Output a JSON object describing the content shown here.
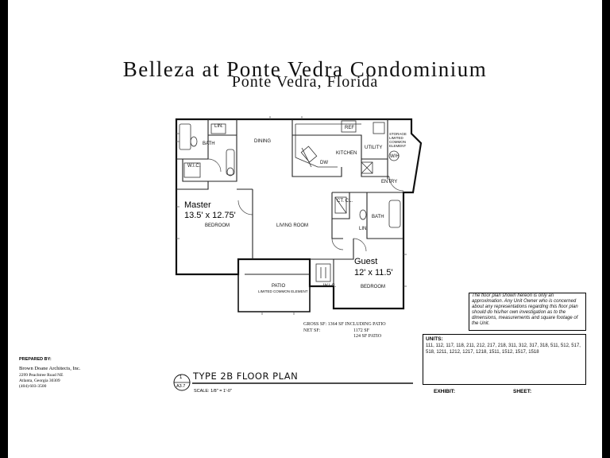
{
  "document": {
    "title": "Belleza at Ponte Vedra Condominium",
    "subtitle": "Ponte Vedra, Florida"
  },
  "floor_plan": {
    "rooms": {
      "bath_top": "BATH",
      "lin_top": "LIN.",
      "dining": "DINING",
      "ref": "REF",
      "kitchen": "KITCHEN",
      "utility": "UTILITY",
      "storage": "STORAGE LIMITED COMMON ELEMENT",
      "dw": "DW",
      "wh": "W/H",
      "entry": "ENTRY",
      "wic_master": "W.I.C.",
      "master_name": "Master",
      "master_dims": "13.5' x 12.75'",
      "master_bedroom": "BEDROOM",
      "living": "LIVING ROOM",
      "ct_cl": "CT. CL.",
      "bath_guest": "BATH",
      "lin_guest": "LIN.",
      "guest_name": "Guest",
      "guest_dims": "12' x 11.5'",
      "guest_bedroom": "BEDROOM",
      "wic_guest": "W.I.C.",
      "patio": "PATIO",
      "patio_note": "LIMITED COMMON ELEMENT"
    },
    "area": {
      "gross": "GROSS SF: 1364 SF INCLUDING PATIO",
      "net_label": "NET SF:",
      "net_value": "1172 SF",
      "patio_value": "124 SF PATIO"
    }
  },
  "notice": "The floor plan shown hereon is only an approximation. Any Unit Owner who is concerned about any representations regarding this floor plan should do his/her own investigation as to the dimensions, measurements and square footage of the Unit.",
  "units": {
    "heading": "UNITS:",
    "list": "111, 112, 117, 118, 211, 212, 217, 218, 311, 312, 317, 318, 511, 512, 517, 518, 1211, 1212, 1217, 1218, 1511, 1512, 1517, 1518"
  },
  "title_block": {
    "plan_title": "TYPE 2B FLOOR PLAN",
    "ref_number": "1",
    "ref_sheet": "A3.7",
    "scale": "SCALE: 1/8\" = 1'-0\"",
    "exhibit_label": "EXHIBIT:",
    "sheet_label": "SHEET:"
  },
  "preparer": {
    "heading": "PREPARED BY:",
    "firm": "Brown Doane Architects, Inc.",
    "address1": "2299 Peachtree Road NE",
    "address2": "Atlanta, Georgia 30309",
    "phone": "(404) 603-3500"
  }
}
